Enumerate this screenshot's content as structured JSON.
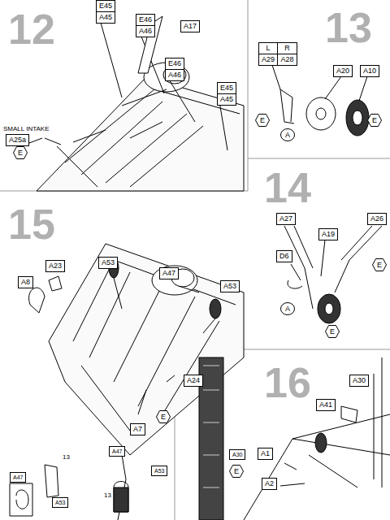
{
  "diagram": {
    "nodes": [
      {
        "text": [
          "E45",
          "A45"
        ]
      },
      {
        "text": [
          "E46",
          "A46"
        ]
      },
      {
        "text": [
          "A17"
        ]
      },
      {
        "text": [
          "E46",
          "A46"
        ]
      },
      {
        "text": [
          "E45",
          "A45"
        ]
      },
      {
        "text": [
          "A25a"
        ]
      },
      {
        "text": [
          "E"
        ]
      },
      {
        "text": [
          "L",
          "R",
          "A29",
          "A28"
        ]
      },
      {
        "text": [
          "A20"
        ]
      },
      {
        "text": [
          "A10"
        ]
      },
      {
        "text": [
          "E"
        ]
      },
      {
        "text": [
          "A"
        ]
      },
      {
        "text": [
          "E"
        ]
      },
      {
        "text": [
          "A27"
        ]
      },
      {
        "text": [
          "A26"
        ]
      },
      {
        "text": [
          "A19"
        ]
      },
      {
        "text": [
          "D6"
        ]
      },
      {
        "text": [
          "E"
        ]
      },
      {
        "text": [
          "A"
        ]
      },
      {
        "text": [
          "E"
        ]
      },
      {
        "text": [
          "A8"
        ]
      },
      {
        "text": [
          "A23"
        ]
      },
      {
        "text": [
          "A53"
        ]
      },
      {
        "text": [
          "A47"
        ]
      },
      {
        "text": [
          "A53"
        ]
      },
      {
        "text": [
          "A24"
        ]
      },
      {
        "text": [
          "E"
        ]
      },
      {
        "text": [
          "A7"
        ]
      },
      {
        "text": [
          "A47"
        ]
      },
      {
        "text": [
          "A53"
        ]
      },
      {
        "text": [
          "A47"
        ]
      },
      {
        "text": [
          "A53"
        ]
      },
      {
        "text": [
          "A30"
        ]
      },
      {
        "text": [
          "A41"
        ]
      },
      {
        "text": [
          "A1"
        ]
      },
      {
        "text": [
          "A2"
        ]
      },
      {
        "text": [
          "E"
        ]
      },
      {
        "text": [
          "A30"
        ]
      }
    ],
    "labels": [
      "12",
      "SMALL INTAKE",
      "13",
      "14",
      "15",
      "13",
      "13",
      "16"
    ]
  }
}
